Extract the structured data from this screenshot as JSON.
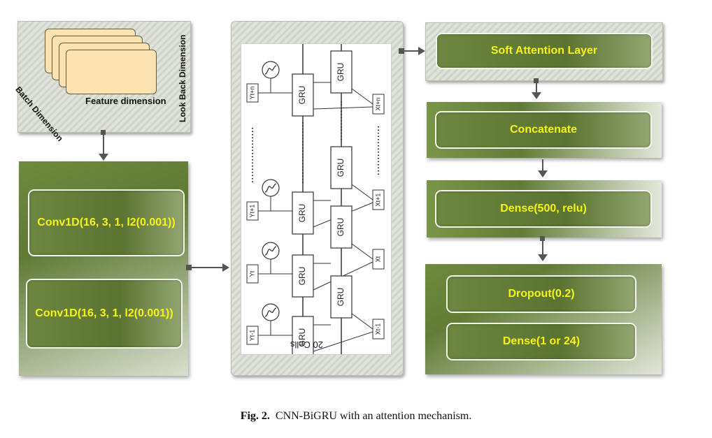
{
  "input_block": {
    "batch_label": "Batch Dimension",
    "feature_label": "Feature dimension",
    "lookback_label": "Look Back Dimension"
  },
  "conv_block": {
    "conv1": "Conv1D(16, 3, 1, l2(0.001))",
    "conv2": "Conv1D(16, 3, 1, l2(0.001))"
  },
  "bigru": {
    "gru_label": "GRU",
    "outputs": [
      "Yt+n",
      "Yt+1",
      "Yt",
      "Yt-1"
    ],
    "inputs": [
      "Xt+n",
      "Xt+1",
      "Xt",
      "Xt-1"
    ],
    "cells_label": "20 Cells"
  },
  "layers": {
    "attention": "Soft Attention Layer",
    "concatenate": "Concatenate",
    "dense500": "Dense(500, relu)",
    "dropout": "Dropout(0.2)",
    "dense_out": "Dense(1 or 24)"
  },
  "caption": {
    "prefix": "Fig. 2.",
    "text": "CNN-BiGRU with an attention mechanism."
  }
}
